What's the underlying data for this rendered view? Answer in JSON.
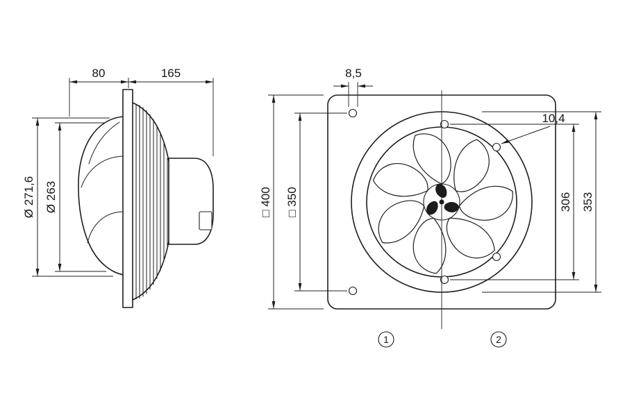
{
  "colors": {
    "line": "#1c1c1c",
    "background": "#ffffff"
  },
  "side_view": {
    "dim_front_depth": "80",
    "dim_rear_depth": "165",
    "dim_outer_diameter": "Ø 271,6",
    "dim_impeller_diameter": "Ø 263"
  },
  "front_view": {
    "dim_plate_hole_diameter": "8,5",
    "dim_ring_hole_diameter": "10,4",
    "dim_plate_size": "□ 400",
    "dim_hole_spacing": "□ 350",
    "dim_bolt_circle_diameter": "306",
    "dim_flange_diameter": "353"
  },
  "variant_labels": {
    "variant_1": "1",
    "variant_2": "2"
  }
}
